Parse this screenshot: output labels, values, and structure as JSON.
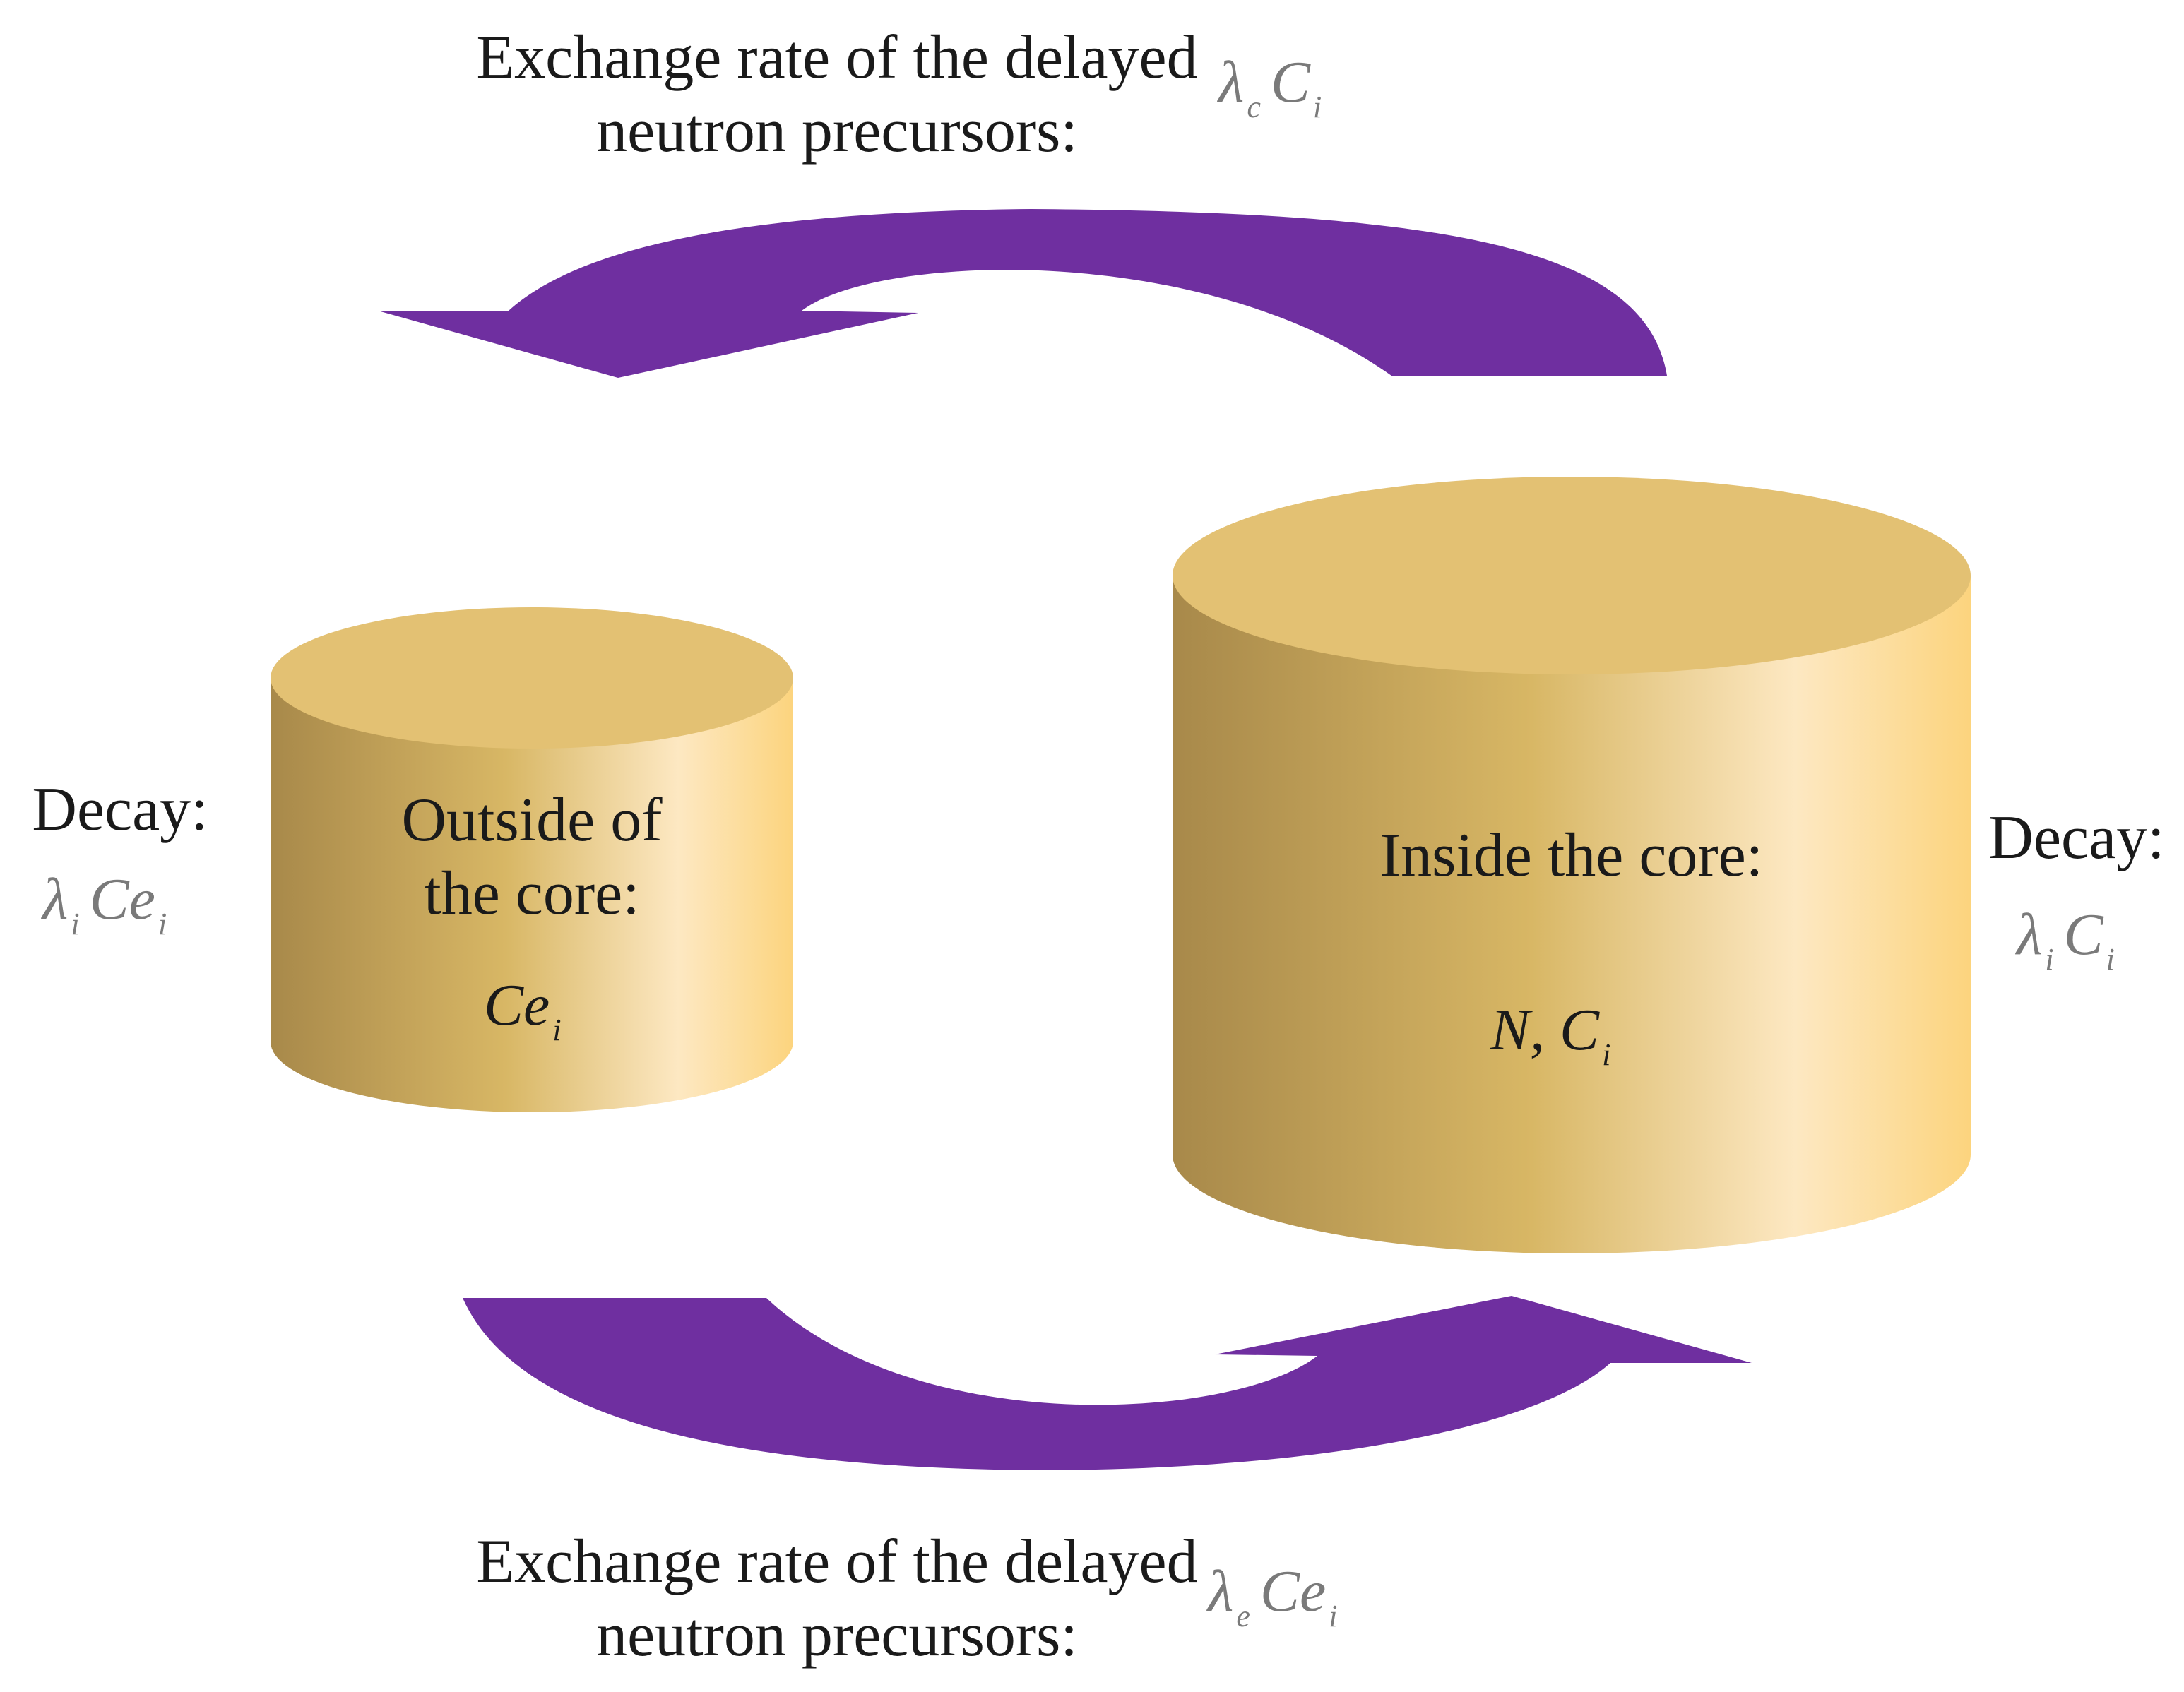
{
  "colors": {
    "arrow": "#6f2fa0",
    "cylinder_top": "#e3c173",
    "cylinder_side_dark": "#a8894a",
    "cylinder_side_mid": "#d8b765",
    "cylinder_side_light": "#fde8c2",
    "cylinder_side_edge": "#fcd47e"
  },
  "top_exchange": {
    "line1": "Exchange rate of the delayed",
    "line2": "neutron precursors:",
    "math": {
      "symbol": "λ",
      "symbol_sub": "c",
      "var": "C",
      "var_sub": "i"
    }
  },
  "bottom_exchange": {
    "line1": "Exchange rate of the delayed",
    "line2": "neutron precursors:",
    "math": {
      "symbol": "λ",
      "symbol_sub": "e",
      "var": "Ce",
      "var_sub": "i"
    }
  },
  "left_decay": {
    "label": "Decay:",
    "math": {
      "symbol": "λ",
      "symbol_sub": "i",
      "var": "Ce",
      "var_sub": "i"
    }
  },
  "right_decay": {
    "label": "Decay:",
    "math": {
      "symbol": "λ",
      "symbol_sub": "i",
      "var": "C",
      "var_sub": "i"
    }
  },
  "outside_cylinder": {
    "line1": "Outside of",
    "line2": "the core:",
    "math": {
      "var": "Ce",
      "var_sub": "i"
    }
  },
  "inside_cylinder": {
    "label": "Inside the core:",
    "math": {
      "var": "N, C",
      "var_sub": "i"
    }
  }
}
